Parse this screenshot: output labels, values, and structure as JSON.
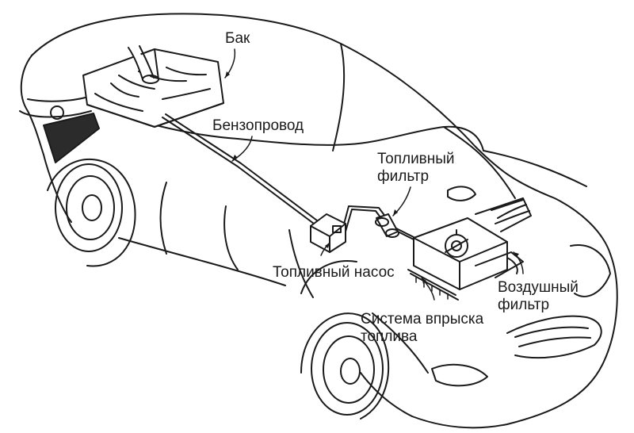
{
  "labels": {
    "tank": "Бак",
    "fuel_line": "Бензопровод",
    "fuel_filter": [
      "Топливный",
      "фильтр"
    ],
    "fuel_pump": "Топливный насос",
    "air_filter": [
      "Воздушный",
      "фильтр"
    ],
    "injection_system": [
      "Система впрыска",
      "топлива"
    ]
  },
  "colors": {
    "ink": "#1a1a1a",
    "paper": "#ffffff",
    "shade": "#2b2b2b"
  }
}
